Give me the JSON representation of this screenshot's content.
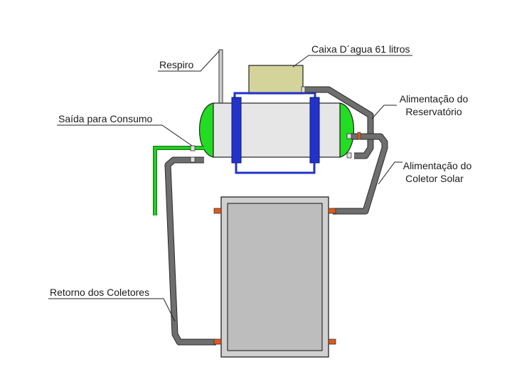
{
  "labels": {
    "respiro": "Respiro",
    "caixa": "Caixa D´agua 61 litros",
    "alim_reservatorio_1": "Alimentação do",
    "alim_reservatorio_2": "Reservatório",
    "saida_consumo": "Saída para Consumo",
    "alim_coletor_1": "Alimentação do",
    "alim_coletor_2": "Coletor Solar",
    "retorno": "Retorno dos Coletores"
  },
  "colors": {
    "tank_body": "#e6e6e6",
    "tank_caps": "#22dd22",
    "straps": "#2233cc",
    "water_box": "#d4d49a",
    "collector_frame": "#d0d0d0",
    "collector_panel": "#bdbdbd",
    "pipe_gray": "#6e6e6e",
    "pipe_green": "#22cc22",
    "fitting_orange": "#e05a1a"
  }
}
